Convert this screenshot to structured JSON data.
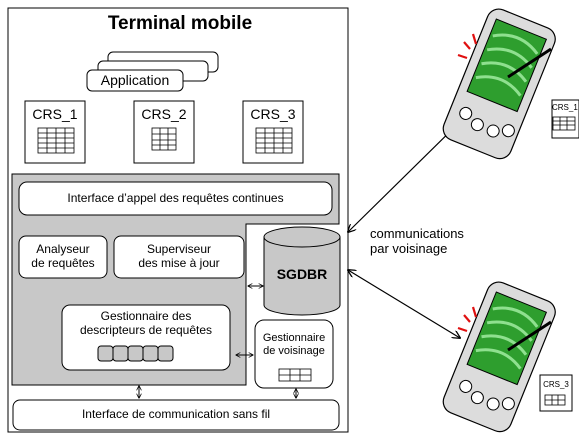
{
  "terminal": {
    "title": "Terminal mobile",
    "application_label": "Application",
    "crs_tables": [
      {
        "label": "CRS_1"
      },
      {
        "label": "CRS_2"
      },
      {
        "label": "CRS_3"
      }
    ],
    "continuous_query_interface": "Interface d’appel des requêtes continues",
    "query_analyzer": "Analyseur\nde requêtes",
    "update_supervisor": "Superviseur\ndes mise à jour",
    "dbms_label": "SGDBR",
    "query_descriptor_manager": "Gestionnaire des\ndescripteurs de requêtes",
    "neighborhood_manager": "Gestionnaire\nde voisinage",
    "wireless_interface": "Interface de communication sans fil"
  },
  "communication_label": "communications\npar voisinage",
  "devices": [
    {
      "crs_label": "CRS_1"
    },
    {
      "crs_label": "CRS_3"
    }
  ],
  "colors": {
    "panel_gray": "#c8c8c8",
    "screen_green": "#2e9e2e",
    "device_body": "#dcdcdc",
    "signal_red": "#e01010"
  }
}
